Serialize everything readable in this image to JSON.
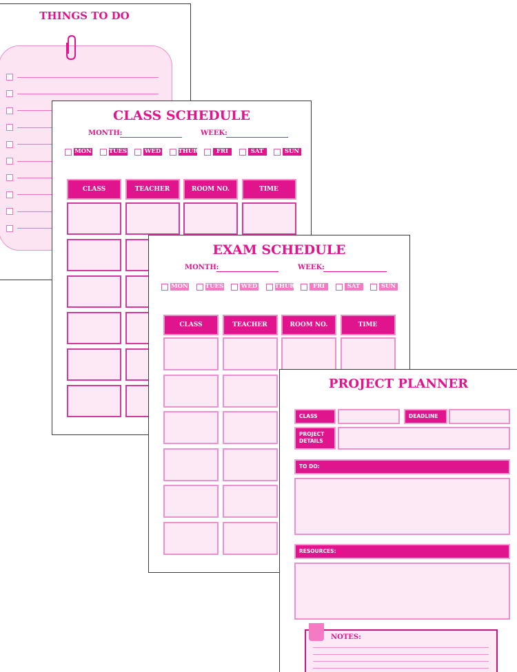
{
  "todo": {
    "title": "THINGS TO DO",
    "rows": 10
  },
  "class_schedule": {
    "title": "CLASS SCHEDULE",
    "month_label": "MONTH:",
    "week_label": "WEEK:",
    "days": [
      "MON",
      "TUES",
      "WED",
      "THURS",
      "FRI",
      "SAT",
      "SUN"
    ],
    "columns": [
      "CLASS",
      "TEACHER",
      "ROOM NO.",
      "TIME"
    ]
  },
  "exam_schedule": {
    "title": "EXAM SCHEDULE",
    "month_label": "MONTH:",
    "week_label": "WEEK:",
    "days": [
      "MON",
      "TUES",
      "WED",
      "THURS",
      "FRI",
      "SAT",
      "SUN"
    ],
    "columns": [
      "CLASS",
      "TEACHER",
      "ROOM NO.",
      "TIME"
    ]
  },
  "project_planner": {
    "title": "PROJECT PLANNER",
    "class_label": "CLASS",
    "deadline_label": "DEADLINE",
    "details_label": "PROJECT DETAILS",
    "todo_label": "TO DO:",
    "resources_label": "RESOURCES:",
    "notes_label": "NOTES:"
  },
  "colors": {
    "accent": "#e0148c",
    "accent_light": "#f47ac4",
    "cell_fill": "#fde8f6"
  }
}
